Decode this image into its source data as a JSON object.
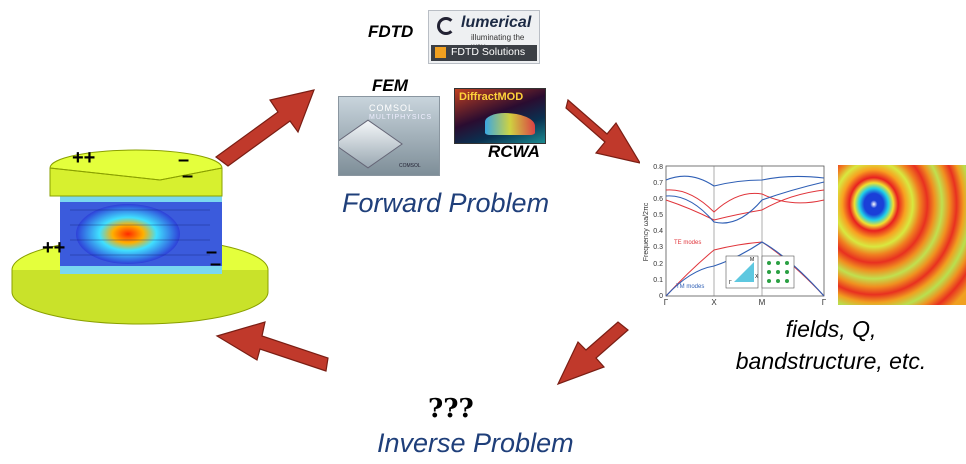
{
  "labels": {
    "fdtd": "FDTD",
    "fem": "FEM",
    "rcwa": "RCWA",
    "forward": "Forward Problem",
    "inverse": "Inverse Problem",
    "unknown": "???",
    "outputs_line1": "fields, Q,",
    "outputs_line2": "bandstructure, etc."
  },
  "logos": {
    "lumerical_brand": "lumerical",
    "lumerical_tag": "illuminating the way",
    "lumerical_product": "FDTD Solutions",
    "comsol_line1": "COMSOL",
    "comsol_line2": "MULTIPHYSICS",
    "comsol_small": "COMSOL",
    "diffract": "DiffractMOD"
  },
  "device": {
    "plus_signs": [
      "++",
      "++"
    ],
    "minus_signs": [
      "–",
      "–",
      "–",
      "–"
    ]
  },
  "colors": {
    "arrow": "#c0392b",
    "device_top": "#e4ff3c",
    "device_wall": "#3b5bdc",
    "title_blue": "#1f3f7a",
    "te": "#e0353b",
    "tm": "#2f5fb5"
  },
  "band_plot": {
    "ylabel": "Frequency ωa/2πc",
    "yticks": [
      "0",
      "0.1",
      "0.2",
      "0.3",
      "0.4",
      "0.5",
      "0.6",
      "0.7",
      "0.8"
    ],
    "xticks": [
      "Γ",
      "X",
      "M",
      "Γ"
    ],
    "te_label": "TE modes",
    "tm_label": "TM modes",
    "inset_labels": [
      "Γ",
      "X",
      "M"
    ]
  }
}
